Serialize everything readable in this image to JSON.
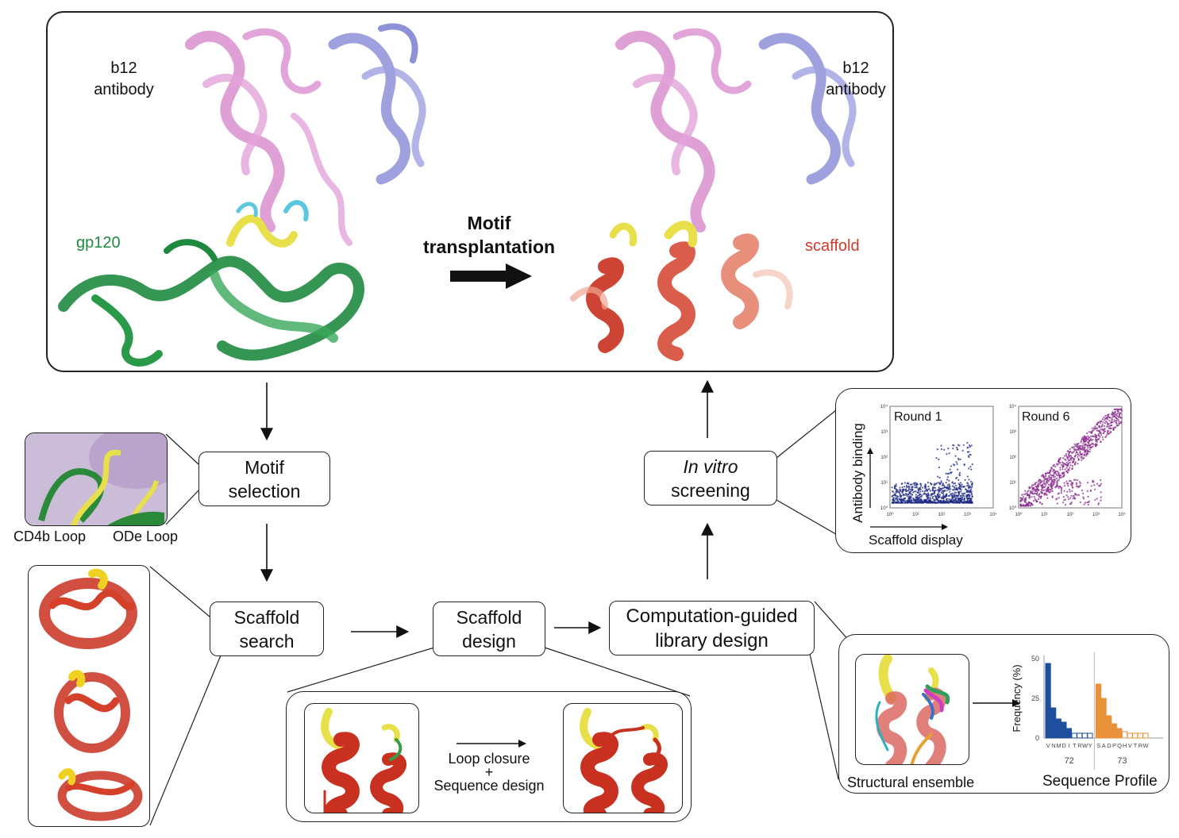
{
  "top_panel": {
    "left_antibody_label": [
      "b12",
      "antibody"
    ],
    "gp120_label": "gp120",
    "arrow_title": [
      "Motif",
      "transplantation"
    ],
    "right_antibody_label": [
      "b12",
      "antibody"
    ],
    "scaffold_label": "scaffold"
  },
  "steps": {
    "motif_selection": [
      "Motif",
      "selection"
    ],
    "scaffold_search": [
      "Scaffold",
      "search"
    ],
    "scaffold_design": [
      "Scaffold",
      "design"
    ],
    "library_design": [
      "Computation-guided",
      "library design"
    ],
    "in_vitro": {
      "italic": "In vitro",
      "rest": "screening"
    }
  },
  "motif_inset": {
    "loop_left": "CD4b Loop",
    "loop_right": "ODe Loop"
  },
  "design_inset": {
    "arrow_text": [
      "Loop closure",
      "+",
      "Sequence design"
    ]
  },
  "ensemble_inset": {
    "structural_label": "Structural ensemble",
    "profile_label": "Sequence Profile"
  },
  "facs": {
    "round1": "Round 1",
    "round6": "Round 6",
    "y_label": "Antibody binding",
    "x_label": "Scaffold display",
    "tick_labels": [
      "10⁰",
      "10¹",
      "10²",
      "10³",
      "10⁴"
    ]
  },
  "chart_data": {
    "type": "bar",
    "ylabel": "Frequency (%)",
    "ylim": [
      0,
      50
    ],
    "yticks": [
      0,
      25,
      50
    ],
    "groups": [
      {
        "position": "72",
        "color": "#1f4e9c",
        "categories": [
          "V",
          "N",
          "M",
          "D",
          "I",
          "T",
          "R",
          "W",
          "Y"
        ],
        "values": [
          47,
          19,
          12,
          10,
          6,
          3,
          3,
          3,
          3
        ]
      },
      {
        "position": "73",
        "color": "#e8913a",
        "categories": [
          "S",
          "A",
          "D",
          "P",
          "Q",
          "H",
          "V",
          "T",
          "R",
          "W"
        ],
        "values": [
          34,
          25,
          14,
          9,
          6,
          4,
          3,
          3,
          3,
          3
        ]
      }
    ]
  }
}
